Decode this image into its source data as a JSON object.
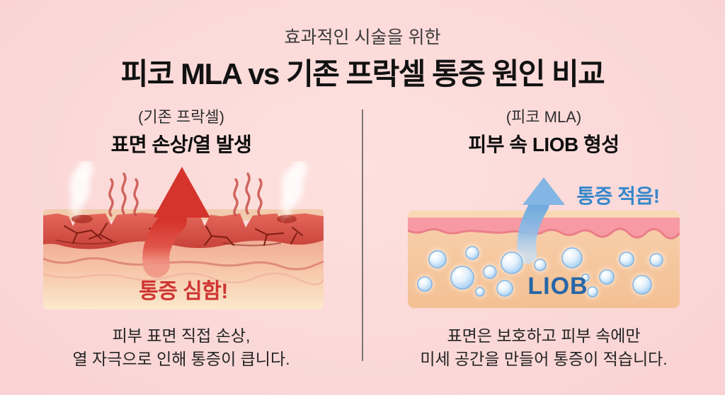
{
  "header": {
    "subtitle": "효과적인 시술을 위한",
    "title": "피코 MLA vs 기존 프락셀 통증 원인 비교"
  },
  "left": {
    "label": "(기존 프락셀)",
    "heading": "표면 손상/열 발생",
    "callout": "통증 심함!",
    "caption1": "피부 표면 직접 손상,",
    "caption2": "열 자극으로 인해 통증이 큽니다.",
    "illustration": {
      "name": "damaged-skin-cross-section",
      "elements": [
        "smoke",
        "heat-lines",
        "cracked-epidermis",
        "red-up-arrow"
      ]
    }
  },
  "right": {
    "label": "(피코 MLA)",
    "heading": "피부 속 LIOB 형성",
    "callout": "통증 적음!",
    "bubble_label": "LIOB",
    "caption1": "표면은 보호하고 피부 속에만",
    "caption2": "미세 공간을 만들어 통증이 적습니다.",
    "illustration": {
      "name": "protected-skin-cross-section",
      "elements": [
        "intact-epidermis",
        "liob-bubbles",
        "blue-up-arrow"
      ],
      "bubbles": [
        [
          42,
          129,
          12
        ],
        [
          77,
          155,
          16
        ],
        [
          91,
          120,
          9
        ],
        [
          116,
          147,
          9
        ],
        [
          24,
          164,
          10
        ],
        [
          102,
          175,
          6
        ],
        [
          137,
          170,
          11
        ],
        [
          147,
          134,
          15
        ],
        [
          187,
          137,
          8
        ],
        [
          232,
          127,
          14
        ],
        [
          251,
          155,
          5
        ],
        [
          281,
          154,
          10
        ],
        [
          261,
          175,
          7
        ],
        [
          309,
          129,
          10
        ],
        [
          351,
          130,
          9
        ],
        [
          331,
          165,
          13
        ]
      ]
    }
  },
  "colors": {
    "background": "#fbd7d7",
    "title_text": "#121212",
    "red_accent": "#ce3532",
    "blue_accent": "#3587cb",
    "liob_blue": "#2766a8",
    "divider": "#4d4d4d"
  }
}
